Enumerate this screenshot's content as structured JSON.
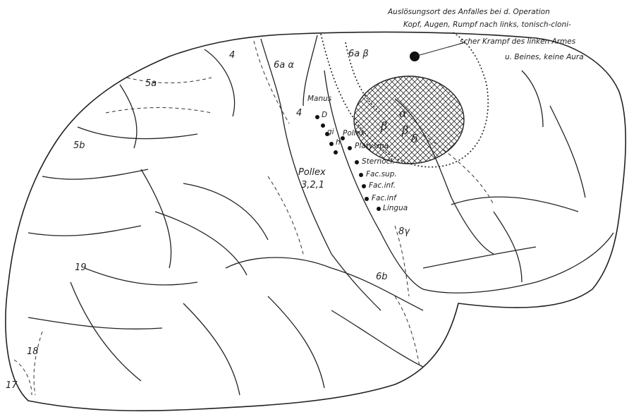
{
  "caption": [
    "Auslösungsort des Anfalles bei d. Operation",
    "Kopf, Augen, Rumpf nach links, tonisch-cloni-",
    "scher Krampf des linken Armes",
    "u. Beines, keine Aura"
  ],
  "areas": {
    "a4_top": "4",
    "a6aa": "6a α",
    "a6ab": "6a β",
    "a5a": "5a",
    "a5b": "5b",
    "a4_mid": "4",
    "a321": "3,2,1",
    "a8g": "8γ",
    "a6b": "6b",
    "a19": "19",
    "a18": "18",
    "a17": "17",
    "pollex_left": "Pollex"
  },
  "greek": {
    "alpha": "α",
    "beta": "β",
    "delta": "δ",
    "beta2": "β"
  },
  "points": {
    "manus": "Manus",
    "d": "D",
    "gi": "gi",
    "h": "h",
    "pollex": "Pollex",
    "platysma": "Platysma",
    "sternocl": "Sternocl.",
    "fac_sup": "Fac.sup.",
    "fac_inf1": "Fac.inf.",
    "fac_inf2": "Fac.inf",
    "lingua": "Lingua"
  }
}
